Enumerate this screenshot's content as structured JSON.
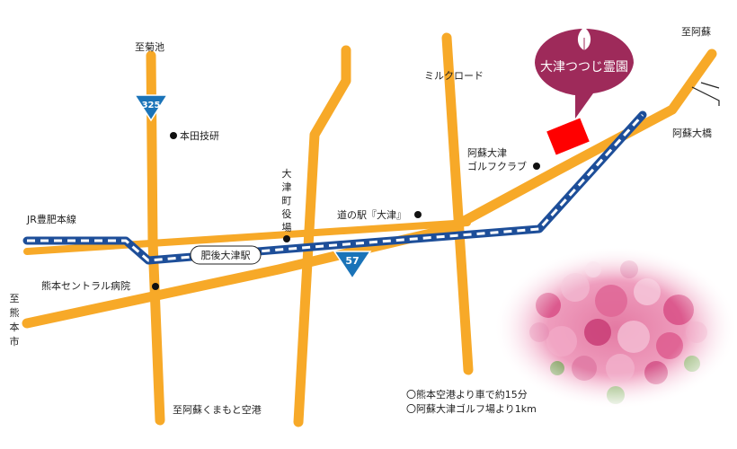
{
  "map": {
    "destination": "大津つつじ霊園",
    "routes": {
      "national_325": "325",
      "national_57": "57"
    },
    "direction_labels": {
      "kikuchi": "至菊池",
      "aso": "至阿蘇",
      "kumamoto_city": [
        "至",
        "熊",
        "本",
        "市"
      ],
      "aso_airport": "至阿蘇くまもと空港"
    },
    "landmarks": {
      "honda": "本田技研",
      "milk_road": "ミルクロード",
      "aso_golf_1": "阿蘇大津",
      "aso_golf_2": "ゴルフクラブ",
      "aso_bridge": "阿蘇大橋",
      "jr_line": "JR豊肥本線",
      "town_office": [
        "大",
        "津",
        "町",
        "役",
        "場"
      ],
      "michi_no_eki": "道の駅『大津』",
      "station": "肥後大津駅",
      "hospital": "熊本セントラル病院"
    },
    "notes": [
      "〇熊本空港より車で約15分",
      "〇阿蘇大津ゴルフ場より1km"
    ],
    "colors": {
      "road": "#f7a928",
      "rail": "#1d4e99",
      "route_shield": "#1a73b8",
      "destination_marker": "#ff0000",
      "bubble": "#9e2a5a"
    },
    "icons": [
      "leaf-icon",
      "azalea-photo"
    ]
  }
}
